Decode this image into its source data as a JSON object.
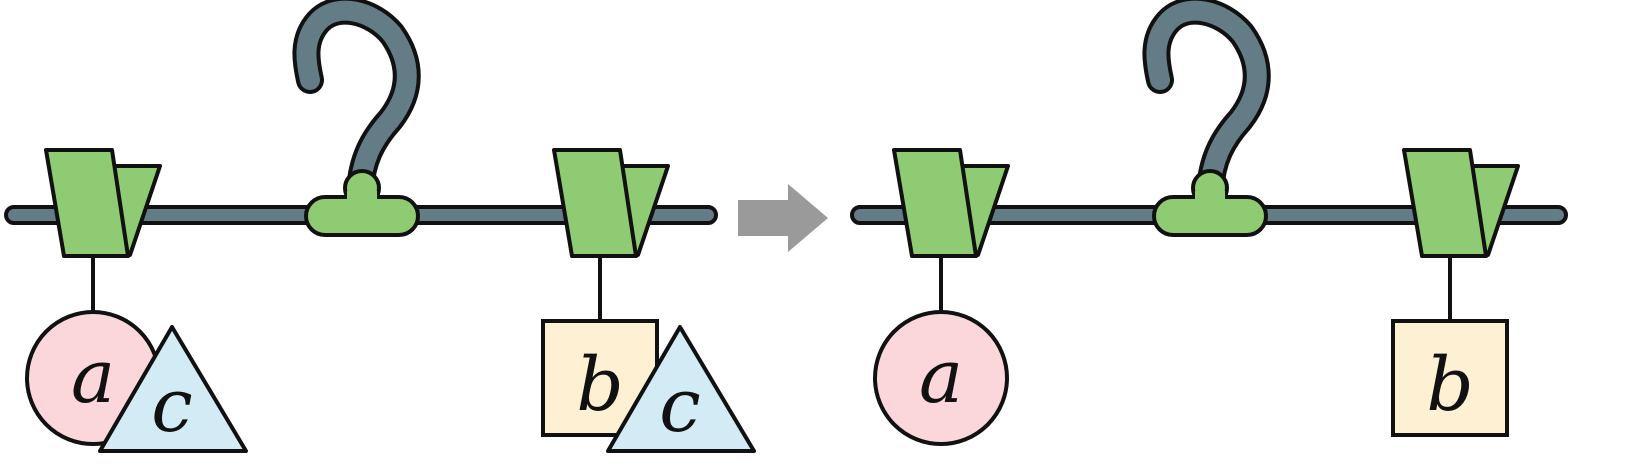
{
  "labels": {
    "a": "a",
    "b": "b",
    "c": "c"
  },
  "colors": {
    "rod": "#647c85",
    "clip": "#8fcb72",
    "circle": "#fbd7dc",
    "triangle": "#d3ebf5",
    "square": "#fdf0d3",
    "arrow": "#9a9a9a",
    "stroke": "#111111"
  },
  "icons": {
    "hanger": "hanger-icon",
    "clip": "clip-icon",
    "arrow": "arrow-right-icon"
  }
}
